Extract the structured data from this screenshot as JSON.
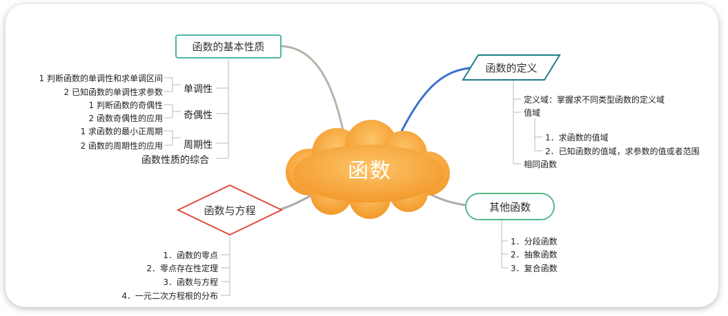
{
  "central": {
    "label": "函数"
  },
  "basic_properties": {
    "label": "函数的基本性质",
    "groups": [
      {
        "label": "单调性",
        "items": [
          "1 判断函数的单调性和求单调区间",
          "2 已知函数的单调性求参数"
        ]
      },
      {
        "label": "奇偶性",
        "items": [
          "1 判断函数的奇偶性",
          "2 函数奇偶性的应用"
        ]
      },
      {
        "label": "周期性",
        "items": [
          "1 求函数的最小正周期",
          "2 函数的周期性的应用"
        ]
      }
    ],
    "summary": "函数性质的综合"
  },
  "definition": {
    "label": "函数的定义",
    "domain": "定义域：掌握求不同类型函数的定义域",
    "range": "值域",
    "range_items": [
      "1．求函数的值域",
      "2．已知函数的值域，求参数的值或者范围"
    ],
    "same_function": "相同函数"
  },
  "equations": {
    "label": "函数与方程",
    "items": [
      "1．函数的零点",
      "2．零点存在性定理",
      "3．函数与方程",
      "4．一元二次方程根的分布"
    ]
  },
  "other": {
    "label": "其他函数",
    "items": [
      "1．分段函数",
      "2．抽象函数",
      "3．复合函数"
    ]
  },
  "colors": {
    "cloud": "#f7a437",
    "basic_border": "#4db6a6",
    "definition_border": "#1f7c8c",
    "equations_border": "#e04b3c",
    "other_border": "#52b788",
    "definition_link": "#3a6fd0"
  }
}
